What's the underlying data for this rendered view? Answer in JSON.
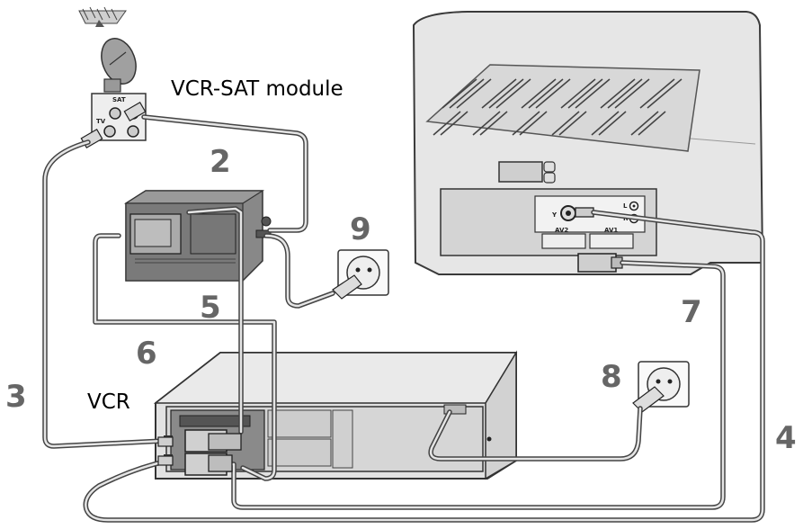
{
  "labels": {
    "vcr_sat_module": "VCR-SAT module",
    "vcr": "VCR"
  },
  "numbers": {
    "n2": "2",
    "n3": "3",
    "n4": "4",
    "n5": "5",
    "n6": "6",
    "n7": "7",
    "n8": "8",
    "n9": "9"
  },
  "device_labels": {
    "sat": "SAT",
    "tv": "TV",
    "av2": "AV2",
    "av1": "AV1",
    "l": "L",
    "r": "R",
    "antenna_symbol": "Y"
  },
  "colors": {
    "device_light": "#e3e3e3",
    "device_mid": "#c8c8c8",
    "device_dark": "#6e6e6e",
    "label_gray": "#666666",
    "cable": "#555555"
  }
}
